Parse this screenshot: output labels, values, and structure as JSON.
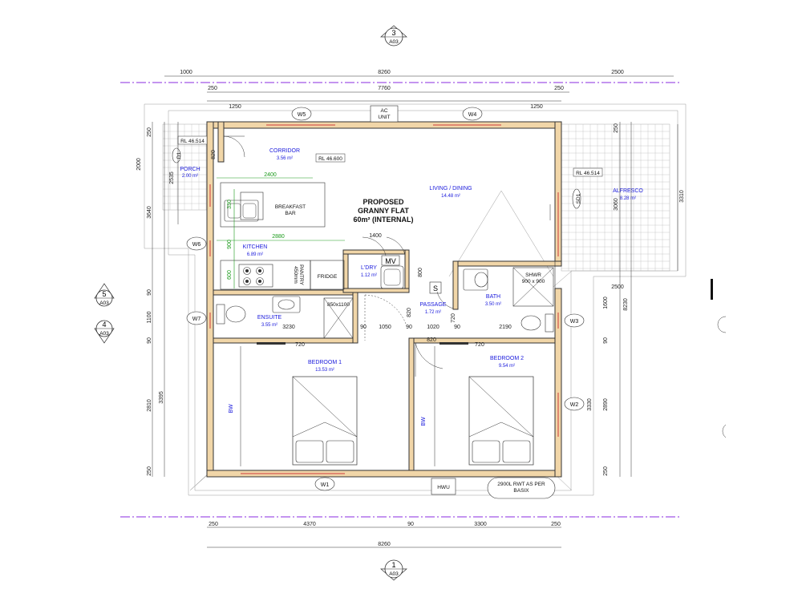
{
  "sections": {
    "top": {
      "num": "3",
      "sheet": "A03"
    },
    "bottom": {
      "num": "1",
      "sheet": "A03"
    },
    "left_upper": {
      "num": "5",
      "sheet": "A03"
    },
    "left_lower": {
      "num": "4",
      "sheet": "A03"
    }
  },
  "title": {
    "line1": "PROPOSED",
    "line2": "GRANNY FLAT",
    "line3": "60m² (INTERNAL)"
  },
  "rooms": {
    "corridor": {
      "name": "CORRIDOR",
      "area": "3.56 m²"
    },
    "porch": {
      "name": "PORCH",
      "area": "2.00 m²"
    },
    "living": {
      "name": "LIVING / DINING",
      "area": "14.48 m²"
    },
    "alfresco": {
      "name": "ALFRESCO",
      "area": "8.28 m²"
    },
    "kitchen": {
      "name": "KITCHEN",
      "area": "6.89 m²"
    },
    "ldry": {
      "name": "L'DRY",
      "area": "1.12 m²"
    },
    "passage": {
      "name": "PASSAGE",
      "area": "1.72 m²"
    },
    "bath": {
      "name": "BATH",
      "area": "3.50 m²"
    },
    "ensuite": {
      "name": "ENSUITE",
      "area": "3.55 m²"
    },
    "bed1": {
      "name": "BEDROOM 1",
      "area": "13.53 m²"
    },
    "bed2": {
      "name": "BEDROOM 2",
      "area": "9.54 m²"
    }
  },
  "labels": {
    "rl_porch": "RL 46.514",
    "rl_floor": "RL 46.600",
    "rl_alfresco": "RL 46.514",
    "ac1": "AC",
    "ac2": "UNIT",
    "breakfast1": "BREAKFAST",
    "breakfast2": "BAR",
    "fridge": "FRIDGE",
    "pantry1": "450mm",
    "pantry2": "PANTRY",
    "mv": "MV",
    "s": "S",
    "shwr1": "SHWR",
    "shwr2": "900 x 900",
    "shower_ens": "850x1100",
    "bw1": "BW",
    "bw2": "BW",
    "hwu": "HWU",
    "rwt1": "2900L RWT AS PER",
    "rwt2": "BASIX",
    "d1": "D1",
    "sd1": "SD1"
  },
  "windows": {
    "w1": "W1",
    "w2": "W2",
    "w3": "W3",
    "w4": "W4",
    "w5": "W5",
    "w6": "W6",
    "w7": "W7"
  },
  "dimensions": {
    "top_a": "1000",
    "top_b": "8260",
    "top_c": "2500",
    "top_d": "250",
    "top_e": "7760",
    "top_f": "250",
    "top_g": "1250",
    "top_h": "1250",
    "bot_a": "250",
    "bot_b": "4370",
    "bot_c": "90",
    "bot_d": "3300",
    "bot_e": "250",
    "bot_total": "8260",
    "left_250": "250",
    "left_2000": "2000",
    "left_3640": "3640",
    "left_2535": "2535",
    "left_90a": "90",
    "left_1100": "1100",
    "left_90b": "90",
    "left_2810": "2810",
    "left_3395": "3395",
    "left_250b": "250",
    "left_820": "820",
    "right_250": "250",
    "right_3310": "3310",
    "right_3060": "3060",
    "right_1600": "1600",
    "right_90": "90",
    "right_3330": "3330",
    "right_2890": "2890",
    "right_250b": "250",
    "right_2500": "2500",
    "kit_2400": "2400",
    "kit_2880": "2880",
    "kit_330": "330",
    "kit_900": "900",
    "kit_600": "600",
    "int_1400": "1400",
    "int_800": "800",
    "int_720a": "720",
    "int_820": "820",
    "int_3230": "3230",
    "int_1050": "1050",
    "int_90a": "90",
    "int_1020": "1020",
    "int_90b": "90",
    "int_2190": "2190",
    "int_90c": "90",
    "int_720b": "720",
    "int_820b": "820",
    "int_720c": "720",
    "int_3230b": "8230"
  },
  "colors": {
    "wall_fill": "#f1d6a8",
    "room_text": "#1a1adc",
    "dim_green": "#1a9a1a",
    "section_line": "#8a2be2",
    "glazing": "#d03a3a"
  }
}
